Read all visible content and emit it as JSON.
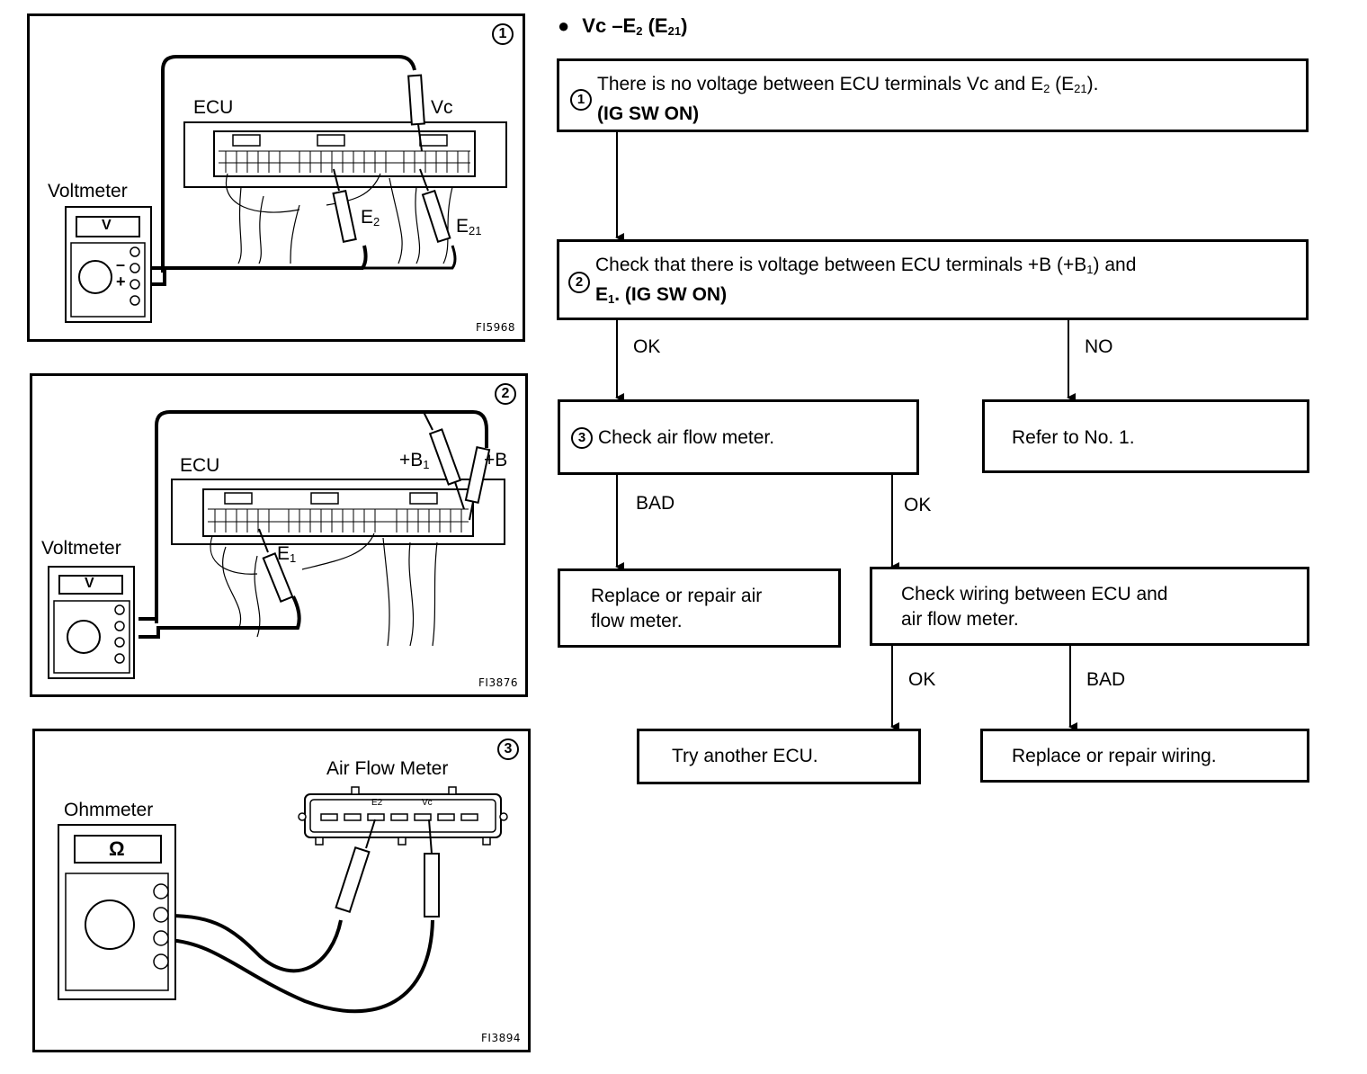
{
  "heading": {
    "bullet": "●",
    "text_a": "Vc –E",
    "sub_a": "2",
    "text_b": " (E",
    "sub_b": "21",
    "text_c": ")"
  },
  "panels": [
    {
      "number": "1",
      "fig_id": "FI5968",
      "meter_label": "Voltmeter",
      "meter_unit": "V",
      "ecu_label": "ECU",
      "probe_labels": {
        "vc": "Vc",
        "e2": "E",
        "e2_sub": "2",
        "e21": "E",
        "e21_sub": "21"
      },
      "minus": "–",
      "plus": "+"
    },
    {
      "number": "2",
      "fig_id": "FI3876",
      "meter_label": "Voltmeter",
      "meter_unit": "V",
      "ecu_label": "ECU",
      "probe_labels": {
        "b1": "+B",
        "b1_sub": "1",
        "b": "+B",
        "e1": "E",
        "e1_sub": "1"
      }
    },
    {
      "number": "3",
      "fig_id": "FI3894",
      "meter_label": "Ohmmeter",
      "meter_unit": "Ω",
      "afm_label": "Air Flow Meter",
      "pin_e2": "E2",
      "pin_vc": "Vc"
    }
  ],
  "flow": {
    "step1": {
      "num": "1",
      "line1_a": "There is no voltage between ECU terminals Vc and E",
      "line1_sub": "2",
      "line1_b": " (E",
      "line1_sub2": "21",
      "line1_c": ").",
      "line2": "(IG SW ON)"
    },
    "step2": {
      "num": "2",
      "line1_a": "Check that there is voltage between ECU terminals +B (+B",
      "line1_sub": "1",
      "line1_b": ") and",
      "line2_a": "E",
      "line2_sub": "1",
      "line2_b": ". (IG SW ON)"
    },
    "step3": {
      "num": "3",
      "text": "Check air flow meter."
    },
    "refer": "Refer to No. 1.",
    "replace_afm_l1": "Replace or repair air",
    "replace_afm_l2": "flow meter.",
    "check_wiring_l1": "Check wiring between ECU and",
    "check_wiring_l2": "air flow meter.",
    "try_ecu": "Try another ECU.",
    "replace_wiring": "Replace or repair wiring.",
    "labels": {
      "ok_1": "OK",
      "no_1": "NO",
      "bad_1": "BAD",
      "ok_2": "OK",
      "ok_3": "OK",
      "bad_2": "BAD"
    }
  }
}
